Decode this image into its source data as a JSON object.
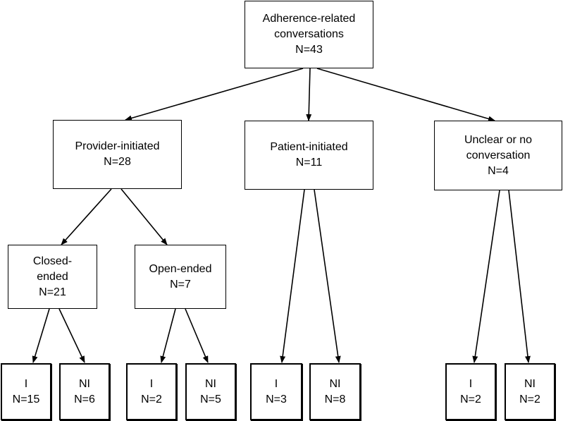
{
  "nodes": {
    "root": {
      "lines": [
        "Adherence-related",
        "conversations"
      ],
      "count": "N=43"
    },
    "provider": {
      "lines": [
        "Provider-initiated"
      ],
      "count": "N=28"
    },
    "patient": {
      "lines": [
        "Patient-initiated"
      ],
      "count": "N=11"
    },
    "unclear": {
      "lines": [
        "Unclear or no",
        "conversation"
      ],
      "count": "N=4"
    },
    "closed": {
      "lines": [
        "Closed-",
        "ended"
      ],
      "count": "N=21"
    },
    "open": {
      "lines": [
        "Open-ended"
      ],
      "count": "N=7"
    },
    "closed_i": {
      "lines": [
        "I"
      ],
      "count": "N=15"
    },
    "closed_ni": {
      "lines": [
        "NI"
      ],
      "count": "N=6"
    },
    "open_i": {
      "lines": [
        "I"
      ],
      "count": "N=2"
    },
    "open_ni": {
      "lines": [
        "NI"
      ],
      "count": "N=5"
    },
    "patient_i": {
      "lines": [
        "I"
      ],
      "count": "N=3"
    },
    "patient_ni": {
      "lines": [
        "NI"
      ],
      "count": "N=8"
    },
    "unclear_i": {
      "lines": [
        "I"
      ],
      "count": "N=2"
    },
    "unclear_ni": {
      "lines": [
        "NI"
      ],
      "count": "N=2"
    }
  },
  "colors": {
    "stroke": "#000000",
    "background": "#ffffff"
  }
}
